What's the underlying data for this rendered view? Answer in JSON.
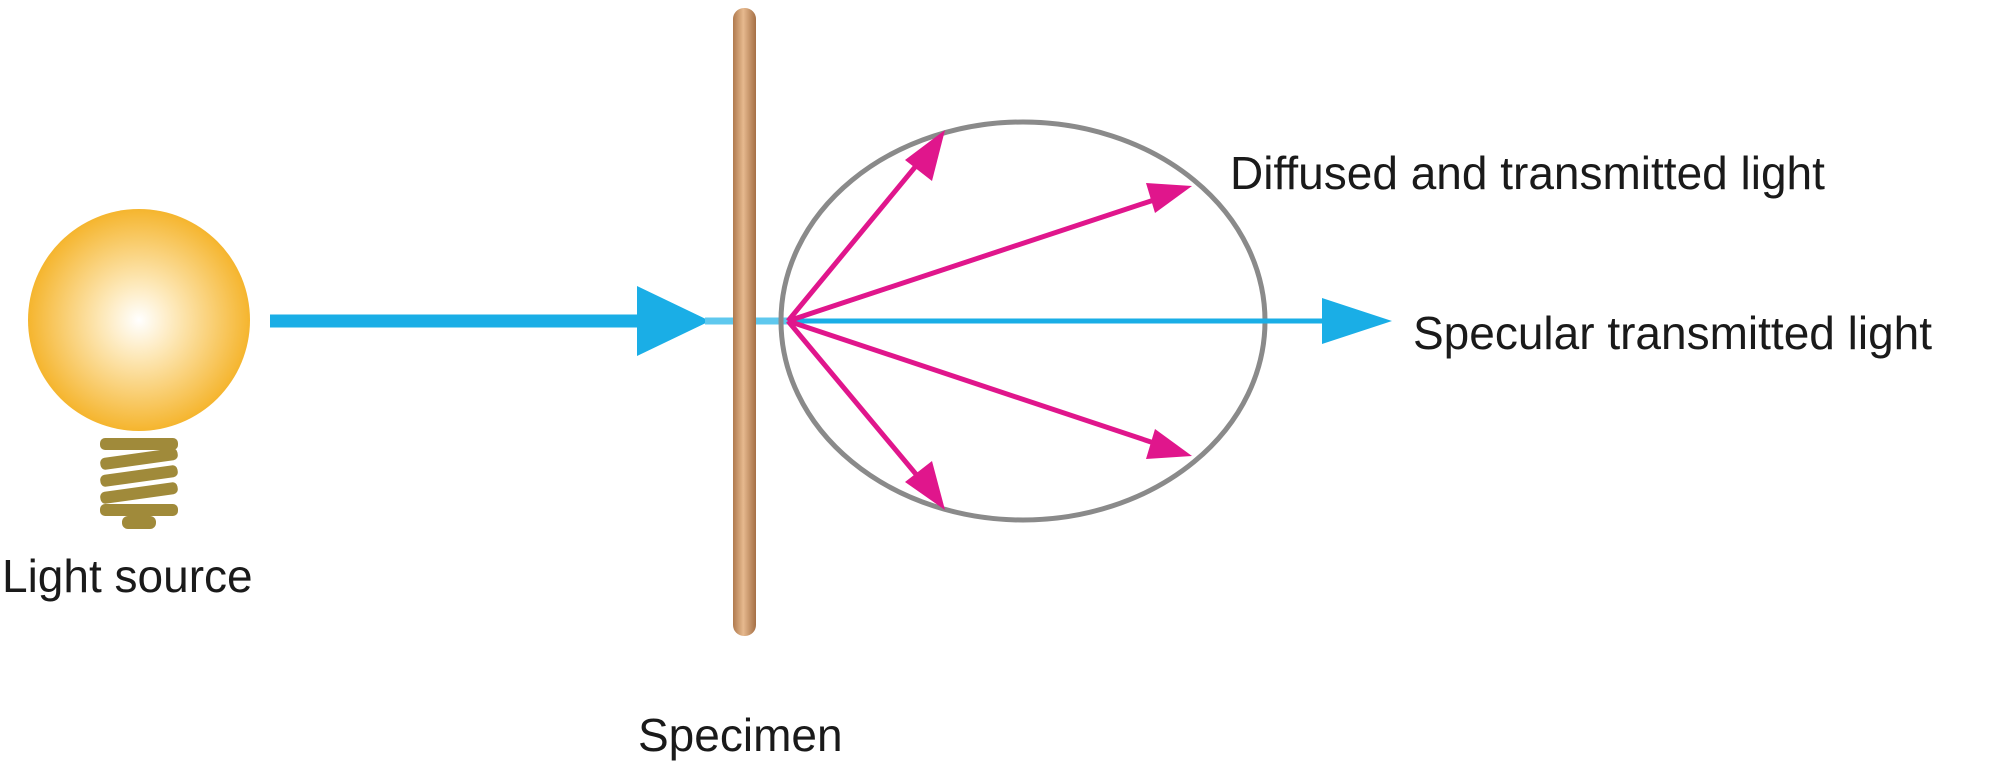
{
  "labels": {
    "light_source": "Light source",
    "specimen": "Specimen",
    "diffused": "Diffused and transmitted light",
    "specular": "Specular transmitted light"
  },
  "colors": {
    "incident_beam": "#1aaee6",
    "diffuse_arrows": "#e0168c",
    "specimen": "#c8956a",
    "bulb": "#f5b52e",
    "bulb_base": "#a08a3a",
    "ellipse": "#8a8a8a"
  },
  "icons": {
    "bulb": "light-bulb-icon"
  }
}
